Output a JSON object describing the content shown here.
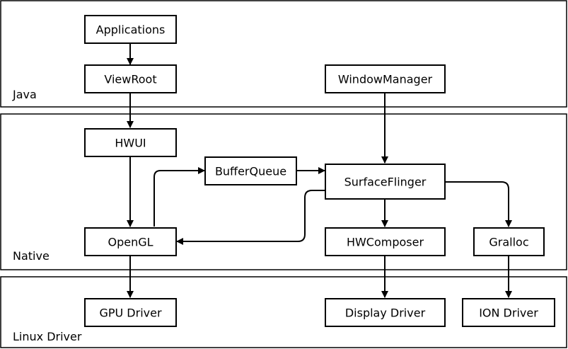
{
  "layers": {
    "java": "Java",
    "native": "Native",
    "linux_driver": "Linux Driver"
  },
  "nodes": {
    "applications": "Applications",
    "viewroot": "ViewRoot",
    "windowmanager": "WindowManager",
    "hwui": "HWUI",
    "bufferqueue": "BufferQueue",
    "surfaceflinger": "SurfaceFlinger",
    "opengl": "OpenGL",
    "hwcomposer": "HWComposer",
    "gralloc": "Gralloc",
    "gpu_driver": "GPU Driver",
    "display_driver": "Display Driver",
    "ion_driver": "ION Driver"
  },
  "edges": [
    {
      "from": "applications",
      "to": "viewroot"
    },
    {
      "from": "viewroot",
      "to": "hwui"
    },
    {
      "from": "windowmanager",
      "to": "surfaceflinger"
    },
    {
      "from": "hwui",
      "to": "opengl"
    },
    {
      "from": "opengl",
      "to": "bufferqueue"
    },
    {
      "from": "bufferqueue",
      "to": "surfaceflinger"
    },
    {
      "from": "surfaceflinger",
      "to": "opengl"
    },
    {
      "from": "surfaceflinger",
      "to": "hwcomposer"
    },
    {
      "from": "surfaceflinger",
      "to": "gralloc"
    },
    {
      "from": "opengl",
      "to": "gpu_driver"
    },
    {
      "from": "hwcomposer",
      "to": "display_driver"
    },
    {
      "from": "gralloc",
      "to": "ion_driver"
    }
  ]
}
